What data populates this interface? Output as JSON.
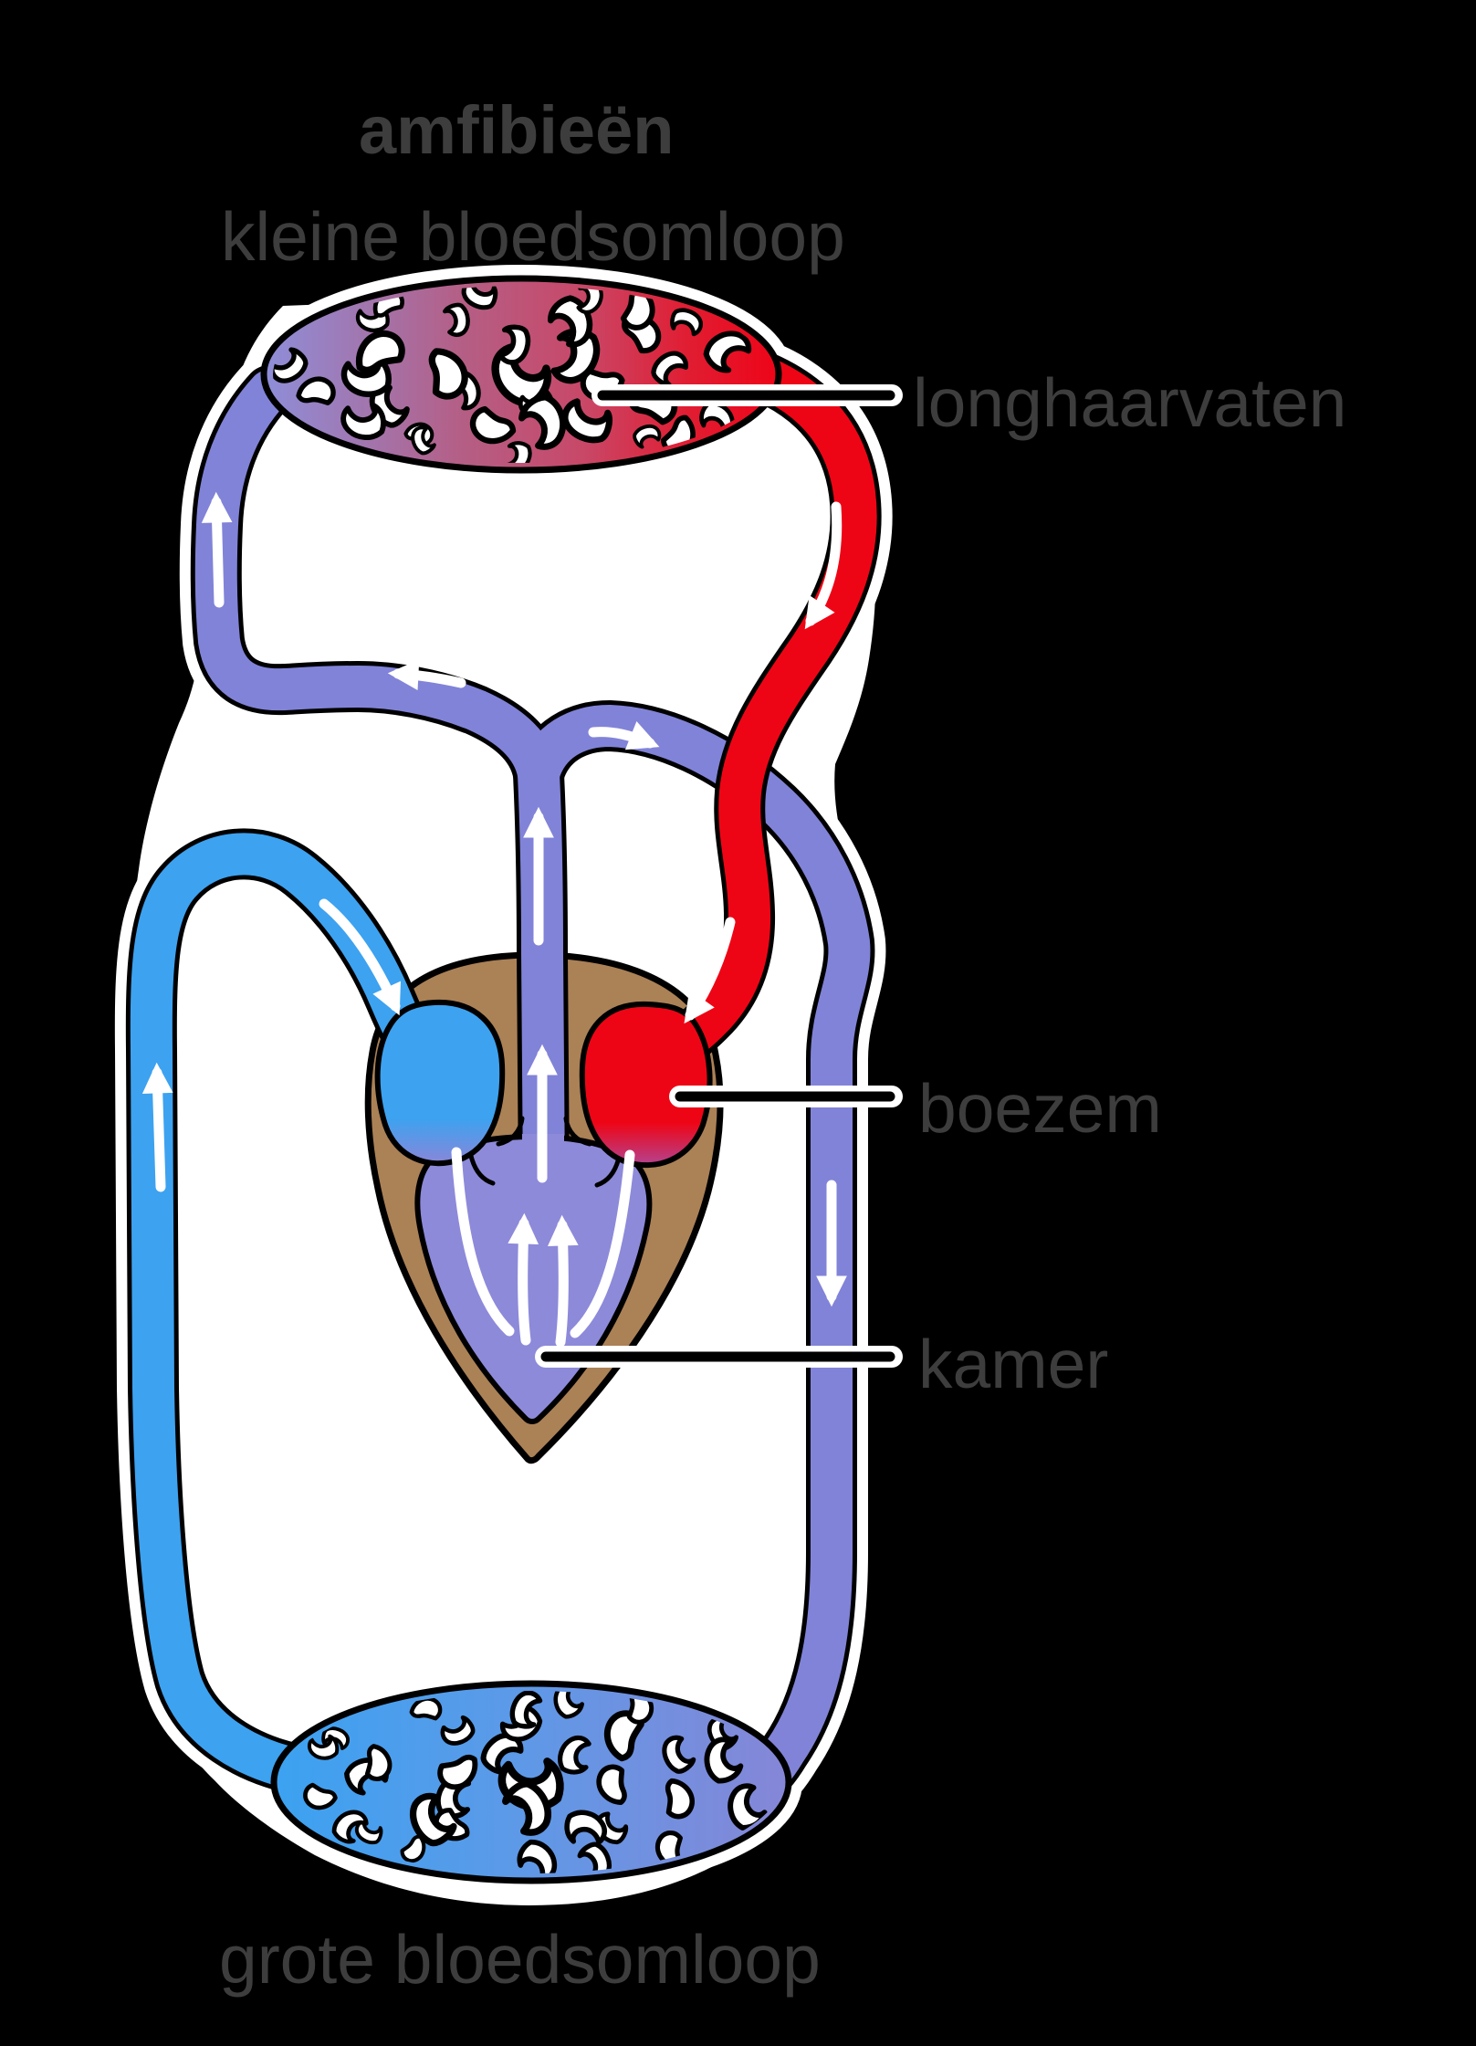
{
  "title": "amfibieën",
  "subtitles": {
    "top": "kleine bloedsomloop",
    "bottom": "grote bloedsomloop"
  },
  "labels": {
    "lung_capillaries": "longhaarvaten",
    "atrium": "boezem",
    "ventricle": "kamer"
  },
  "colors": {
    "background": "#000000",
    "backdrop": "#ffffff",
    "outline": "#000000",
    "text": "#3d3d3d",
    "vein_blue": "#3da2f0",
    "artery_red": "#ee0515",
    "vessel_purple": "#8183d8",
    "ventricle_purple": "#8d8ada",
    "heart_brown": "#ab8156",
    "lung_left": "#8e8ed9",
    "lung_mid": "#b45f86",
    "lung_right": "#ee0418",
    "body_left": "#3ba2f1",
    "body_mid": "#5b9ae8",
    "body_right": "#8686d7",
    "arrow_white": "#ffffff",
    "atrium_blue_bottom": "#8a86d8",
    "atrium_red_bottom": "#b0489a"
  }
}
